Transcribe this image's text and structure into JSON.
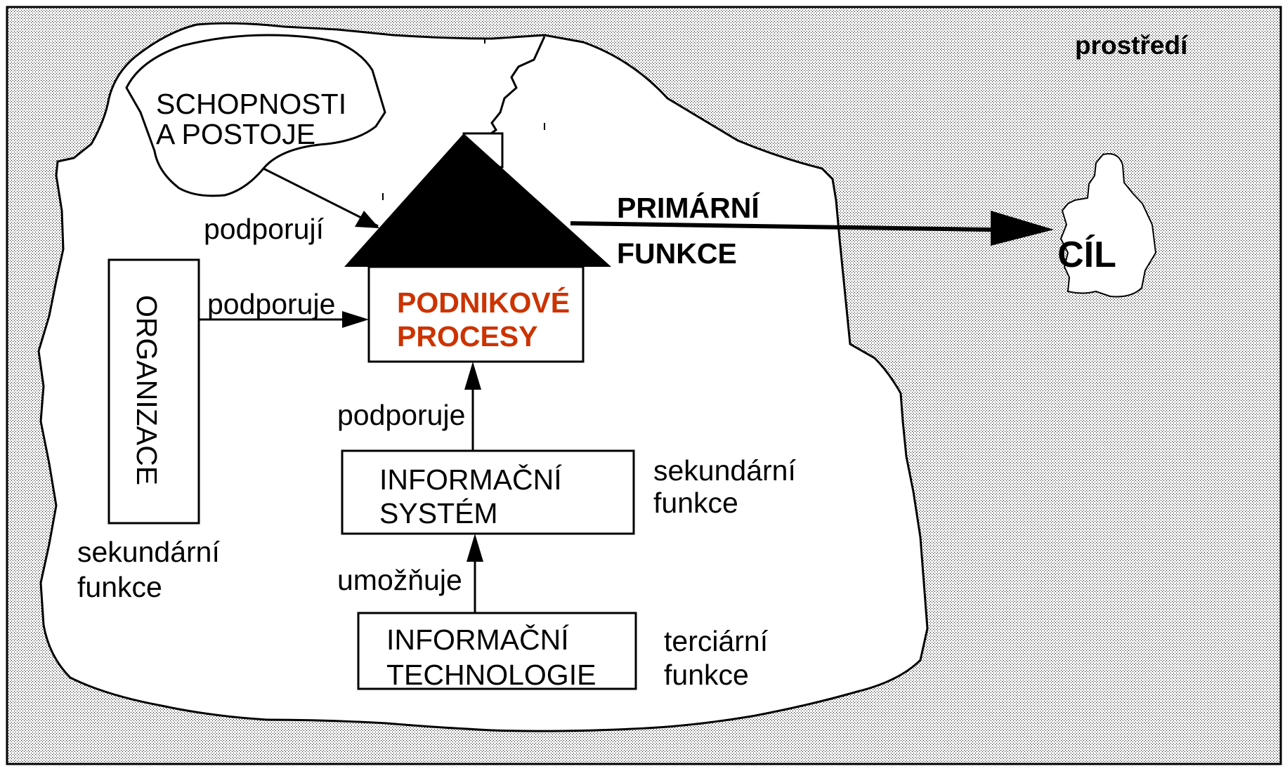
{
  "environment": {
    "label": "prostředí"
  },
  "abilities": {
    "line1": "SCHOPNOSTI",
    "line2": "A POSTOJE"
  },
  "edges": {
    "abilities_support": "podporují",
    "organization_support": "podporuje",
    "infosystem_support": "podporuje",
    "technology_enable": "umožňuje"
  },
  "organization": {
    "label": "ORGANIZACE",
    "function_line1": "sekundární",
    "function_line2": "funkce"
  },
  "business_processes": {
    "line1": "PODNIKOVÉ",
    "line2": "PROCESY",
    "color": "#cc3300"
  },
  "primary_function": {
    "line1": "PRIMÁRNÍ",
    "line2": "FUNKCE"
  },
  "goal": {
    "label": "CÍL"
  },
  "information_system": {
    "line1": "INFORMAČNÍ",
    "line2": "SYSTÉM",
    "function_line1": "sekundární",
    "function_line2": "funkce"
  },
  "information_technology": {
    "line1": "INFORMAČNÍ",
    "line2": "TECHNOLOGIE",
    "function_line1": "terciární",
    "function_line2": "funkce"
  }
}
